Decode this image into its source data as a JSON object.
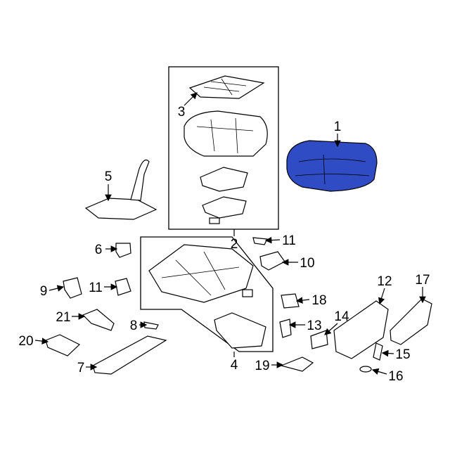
{
  "diagram": {
    "highlight_color": "#2f4cc4",
    "highlighted_part": "1",
    "callouts": [
      {
        "id": "c1",
        "label": "1"
      },
      {
        "id": "c2",
        "label": "2"
      },
      {
        "id": "c3",
        "label": "3"
      },
      {
        "id": "c4",
        "label": "4"
      },
      {
        "id": "c5",
        "label": "5"
      },
      {
        "id": "c6",
        "label": "6"
      },
      {
        "id": "c7",
        "label": "7"
      },
      {
        "id": "c8",
        "label": "8"
      },
      {
        "id": "c9",
        "label": "9"
      },
      {
        "id": "c10",
        "label": "10"
      },
      {
        "id": "c11a",
        "label": "11"
      },
      {
        "id": "c11b",
        "label": "11"
      },
      {
        "id": "c12",
        "label": "12"
      },
      {
        "id": "c13",
        "label": "13"
      },
      {
        "id": "c14",
        "label": "14"
      },
      {
        "id": "c15",
        "label": "15"
      },
      {
        "id": "c16",
        "label": "16"
      },
      {
        "id": "c17",
        "label": "17"
      },
      {
        "id": "c18",
        "label": "18"
      },
      {
        "id": "c19",
        "label": "19"
      },
      {
        "id": "c20",
        "label": "20"
      },
      {
        "id": "c21",
        "label": "21"
      }
    ]
  }
}
